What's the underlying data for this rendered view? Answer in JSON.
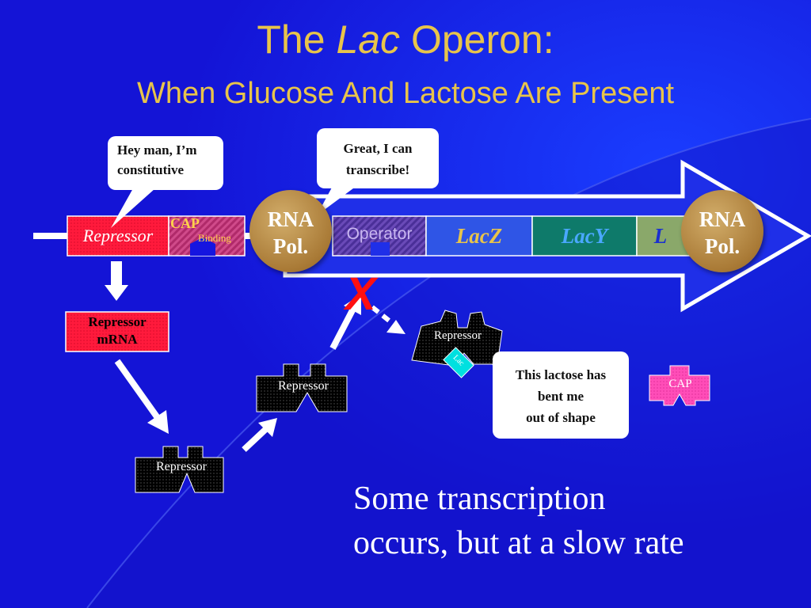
{
  "title": {
    "prefix": "The",
    "italic": "Lac",
    "suffix": "Operon:",
    "subtitle": "When Glucose And Lactose Are Present"
  },
  "bubbles": {
    "repressor_speech": [
      "Hey man, I’m",
      "constitutive"
    ],
    "polymerase_speech": [
      "Great, I can",
      "transcribe!"
    ],
    "lactose_speech": [
      "This lactose has",
      "bent me",
      "out of shape"
    ]
  },
  "dna": {
    "repressor_gene": "Repressor",
    "cap_site": "CAP",
    "binding_label": "Binding",
    "operator": "Operator",
    "lacz": "LacZ",
    "lacy": "LacY",
    "laca_partial": "L"
  },
  "rna_pol": {
    "line1": "RNA",
    "line2": "Pol."
  },
  "repressor_mrna": {
    "line1": "Repressor",
    "line2": "mRNA"
  },
  "protein_label": "Repressor",
  "lactose_label": "Lac",
  "cap_protein_label": "CAP",
  "block_mark": "X",
  "conclusion": [
    "Some transcription",
    "occurs, but at a slow rate"
  ],
  "colors": {
    "background": "#1515e0",
    "title": "#e8c44a",
    "repressor_gene": "#ff1a3c",
    "cap_site": "#b02a6a",
    "operator": "#5a3aa8",
    "lacz": "#2f55e6",
    "lacy": "#0e7a6a",
    "laca": "#8aa86a",
    "cap_protein": "#ff4db8",
    "lactose": "#00e0e0",
    "block_mark": "#ff1010"
  }
}
